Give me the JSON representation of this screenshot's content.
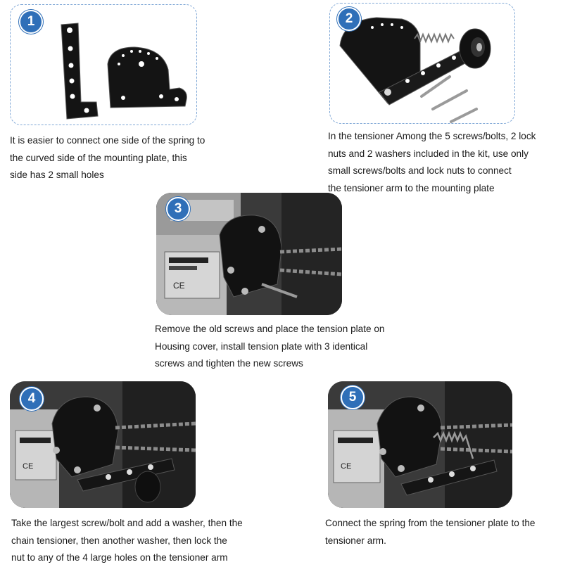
{
  "steps": [
    {
      "number": "1",
      "caption_lines": [
        "It is easier to connect one side of the spring to",
        "the curved side of the mounting plate, this",
        "side has 2 small holes"
      ]
    },
    {
      "number": "2",
      "caption_lines": [
        "In the tensioner Among the 5 screws/bolts, 2 lock",
        "nuts and 2 washers included in the kit, use only",
        "small screws/bolts and lock nuts to connect",
        "the tensioner arm to the mounting plate"
      ]
    },
    {
      "number": "3",
      "caption_lines": [
        "Remove the old screws and place the tension plate on",
        "Housing cover, install tension plate with 3 identical",
        "screws and tighten the new screws"
      ]
    },
    {
      "number": "4",
      "caption_lines": [
        "Take the largest screw/bolt and add a washer, then the",
        "chain tensioner, then another washer, then lock the",
        "nut to any of the 4 large holes on the tensioner arm"
      ]
    },
    {
      "number": "5",
      "caption_lines": [
        "Connect the spring from the tensioner plate to the",
        "tensioner arm."
      ]
    }
  ],
  "colors": {
    "badge": "#2f6fb8",
    "dashed_border": "#7fa7d6",
    "plate": "#151515"
  }
}
